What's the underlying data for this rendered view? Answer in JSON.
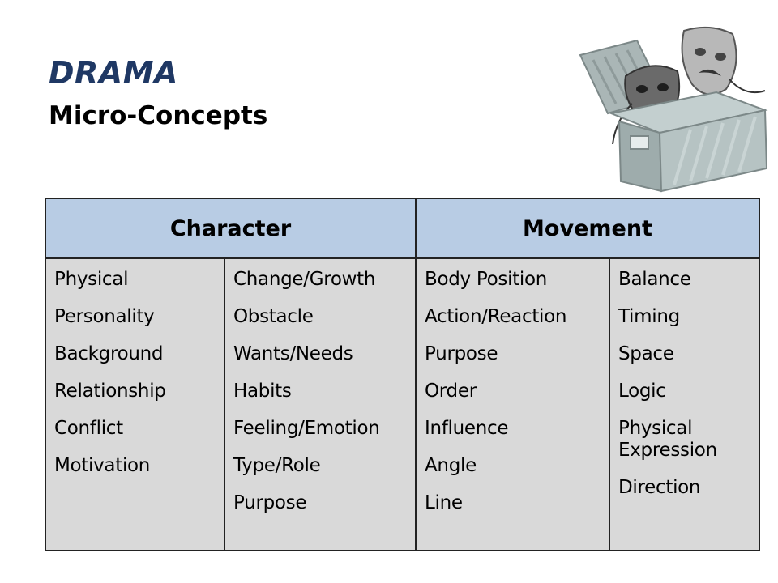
{
  "slide": {
    "title": "DRAMA",
    "subtitle": "Micro-Concepts",
    "illustration_icon": "theatre-masks-chest-icon"
  },
  "table": {
    "headers": [
      "Character",
      "Movement"
    ],
    "columns": [
      [
        "Physical",
        "Personality",
        "Background",
        "Relationship",
        "Conflict",
        "Motivation"
      ],
      [
        "Change/Growth",
        "Obstacle",
        "Wants/Needs",
        "Habits",
        "Feeling/Emotion",
        "Type/Role",
        "Purpose"
      ],
      [
        "Body Position",
        "Action/Reaction",
        "Purpose",
        "Order",
        "Influence",
        "Angle",
        "Line"
      ],
      [
        "Balance",
        "Timing",
        "Space",
        "Logic",
        "Physical Expression",
        "Direction"
      ]
    ]
  },
  "colors": {
    "title": "#1f3864",
    "header_fill": "#b8cce4",
    "cell_fill": "#d9d9d9",
    "border": "#222222"
  }
}
